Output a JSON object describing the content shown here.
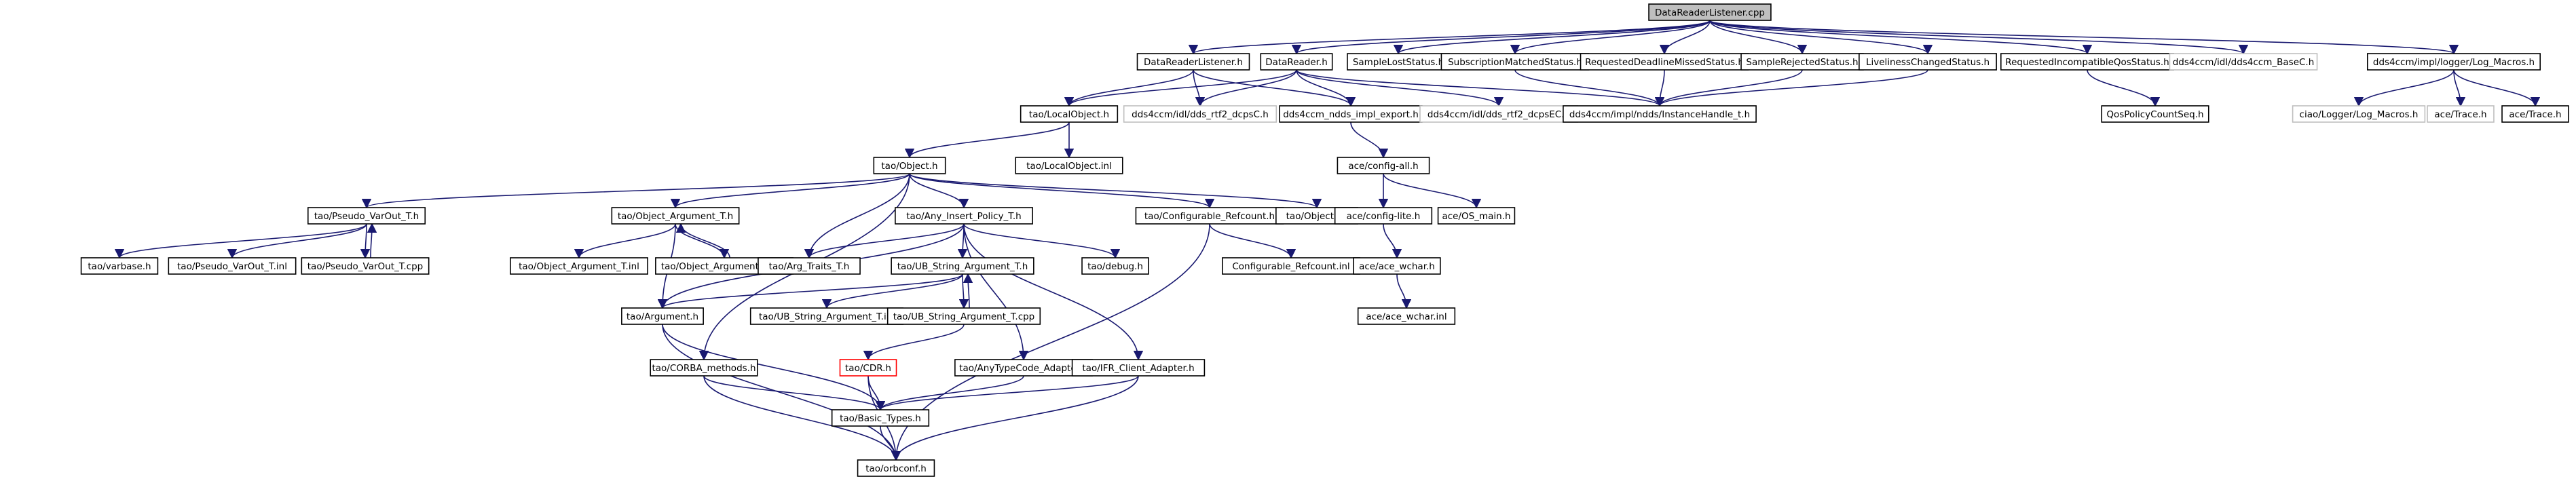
{
  "diagram": {
    "type": "include-dependency-graph",
    "nodes": [
      {
        "id": "n0",
        "label": "DataReaderListener.cpp",
        "style": "root"
      },
      {
        "id": "n1",
        "label": "DataReaderListener.h"
      },
      {
        "id": "n2",
        "label": "DataReader.h"
      },
      {
        "id": "n3",
        "label": "SampleLostStatus.h"
      },
      {
        "id": "n4",
        "label": "SubscriptionMatchedStatus.h"
      },
      {
        "id": "n5",
        "label": "RequestedDeadlineMissedStatus.h"
      },
      {
        "id": "n6",
        "label": "SampleRejectedStatus.h"
      },
      {
        "id": "n7",
        "label": "LivelinessChangedStatus.h"
      },
      {
        "id": "n8",
        "label": "RequestedIncompatibleQosStatus.h"
      },
      {
        "id": "n9",
        "label": "dds4ccm/idl/dds4ccm_BaseC.h",
        "style": "missing"
      },
      {
        "id": "n10",
        "label": "dds4ccm/impl/logger/Log_Macros.h"
      },
      {
        "id": "n11",
        "label": "tao/LocalObject.h"
      },
      {
        "id": "n12",
        "label": "dds4ccm/idl/dds_rtf2_dcpsC.h",
        "style": "missing"
      },
      {
        "id": "n13",
        "label": "dds4ccm_ndds_impl_export.h"
      },
      {
        "id": "n14",
        "label": "dds4ccm/idl/dds_rtf2_dcpsEC.h",
        "style": "missing"
      },
      {
        "id": "n15",
        "label": "dds4ccm/impl/ndds/InstanceHandle_t.h"
      },
      {
        "id": "n16",
        "label": "QosPolicyCountSeq.h"
      },
      {
        "id": "n17",
        "label": "ciao/Logger/Log_Macros.h",
        "style": "missing"
      },
      {
        "id": "n18",
        "label": "ace/Trace.h",
        "style": "missing"
      },
      {
        "id": "n19",
        "label": "ace/Trace.h"
      },
      {
        "id": "n20",
        "label": "tao/Object.h"
      },
      {
        "id": "n21",
        "label": "tao/LocalObject.inl"
      },
      {
        "id": "n22",
        "label": "ace/config-all.h"
      },
      {
        "id": "n23",
        "label": "tao/Pseudo_VarOut_T.h"
      },
      {
        "id": "n24",
        "label": "tao/Object_Argument_T.h"
      },
      {
        "id": "n25",
        "label": "tao/Any_Insert_Policy_T.h"
      },
      {
        "id": "n26",
        "label": "tao/Configurable_Refcount.h"
      },
      {
        "id": "n27",
        "label": "tao/Object.inl"
      },
      {
        "id": "n28",
        "label": "ace/config-lite.h"
      },
      {
        "id": "n29",
        "label": "ace/OS_main.h"
      },
      {
        "id": "n30",
        "label": "tao/varbase.h"
      },
      {
        "id": "n31",
        "label": "tao/Pseudo_VarOut_T.inl"
      },
      {
        "id": "n32",
        "label": "tao/Pseudo_VarOut_T.cpp"
      },
      {
        "id": "n33",
        "label": "tao/Object_Argument_T.inl"
      },
      {
        "id": "n34",
        "label": "tao/Object_Argument_T.cpp"
      },
      {
        "id": "n35",
        "label": "tao/Arg_Traits_T.h"
      },
      {
        "id": "n36",
        "label": "tao/UB_String_Argument_T.h"
      },
      {
        "id": "n37",
        "label": "tao/debug.h"
      },
      {
        "id": "n38",
        "label": "Configurable_Refcount.inl"
      },
      {
        "id": "n39",
        "label": "ace/ace_wchar.h"
      },
      {
        "id": "n40",
        "label": "tao/Argument.h"
      },
      {
        "id": "n41",
        "label": "tao/UB_String_Argument_T.inl"
      },
      {
        "id": "n42",
        "label": "tao/UB_String_Argument_T.cpp"
      },
      {
        "id": "n43",
        "label": "ace/ace_wchar.inl"
      },
      {
        "id": "n44",
        "label": "tao/CORBA_methods.h"
      },
      {
        "id": "n45",
        "label": "tao/CDR.h",
        "style": "error"
      },
      {
        "id": "n46",
        "label": "tao/AnyTypeCode_Adapter.h"
      },
      {
        "id": "n47",
        "label": "tao/IFR_Client_Adapter.h"
      },
      {
        "id": "n48",
        "label": "tao/Basic_Types.h"
      },
      {
        "id": "n49",
        "label": "tao/orbconf.h"
      }
    ],
    "edges": [
      [
        "n0",
        "n1"
      ],
      [
        "n0",
        "n2"
      ],
      [
        "n0",
        "n3"
      ],
      [
        "n0",
        "n4"
      ],
      [
        "n0",
        "n5"
      ],
      [
        "n0",
        "n6"
      ],
      [
        "n0",
        "n7"
      ],
      [
        "n0",
        "n8"
      ],
      [
        "n0",
        "n9"
      ],
      [
        "n0",
        "n10"
      ],
      [
        "n1",
        "n11"
      ],
      [
        "n1",
        "n12"
      ],
      [
        "n1",
        "n13"
      ],
      [
        "n2",
        "n11"
      ],
      [
        "n2",
        "n12"
      ],
      [
        "n2",
        "n13"
      ],
      [
        "n2",
        "n14"
      ],
      [
        "n2",
        "n15"
      ],
      [
        "n4",
        "n15"
      ],
      [
        "n5",
        "n15"
      ],
      [
        "n6",
        "n15"
      ],
      [
        "n7",
        "n15"
      ],
      [
        "n8",
        "n16"
      ],
      [
        "n10",
        "n17"
      ],
      [
        "n10",
        "n18"
      ],
      [
        "n10",
        "n19"
      ],
      [
        "n11",
        "n20"
      ],
      [
        "n11",
        "n21"
      ],
      [
        "n13",
        "n22"
      ],
      [
        "n20",
        "n23"
      ],
      [
        "n20",
        "n24"
      ],
      [
        "n20",
        "n25"
      ],
      [
        "n20",
        "n26"
      ],
      [
        "n20",
        "n27"
      ],
      [
        "n20",
        "n35"
      ],
      [
        "n20",
        "n44"
      ],
      [
        "n22",
        "n28"
      ],
      [
        "n22",
        "n29"
      ],
      [
        "n23",
        "n30"
      ],
      [
        "n23",
        "n31"
      ],
      [
        "n23",
        "n32"
      ],
      [
        "n32",
        "n23"
      ],
      [
        "n24",
        "n33"
      ],
      [
        "n24",
        "n34"
      ],
      [
        "n34",
        "n24"
      ],
      [
        "n24",
        "n40"
      ],
      [
        "n25",
        "n35"
      ],
      [
        "n25",
        "n36"
      ],
      [
        "n25",
        "n37"
      ],
      [
        "n25",
        "n40"
      ],
      [
        "n25",
        "n46"
      ],
      [
        "n25",
        "n47"
      ],
      [
        "n26",
        "n38"
      ],
      [
        "n26",
        "n49"
      ],
      [
        "n28",
        "n39"
      ],
      [
        "n39",
        "n43"
      ],
      [
        "n36",
        "n40"
      ],
      [
        "n36",
        "n41"
      ],
      [
        "n36",
        "n42"
      ],
      [
        "n42",
        "n36"
      ],
      [
        "n40",
        "n48"
      ],
      [
        "n40",
        "n49"
      ],
      [
        "n42",
        "n45"
      ],
      [
        "n44",
        "n48"
      ],
      [
        "n44",
        "n49"
      ],
      [
        "n45",
        "n48"
      ],
      [
        "n45",
        "n49"
      ],
      [
        "n46",
        "n48"
      ],
      [
        "n47",
        "n48"
      ],
      [
        "n47",
        "n49"
      ],
      [
        "n48",
        "n49"
      ]
    ]
  }
}
